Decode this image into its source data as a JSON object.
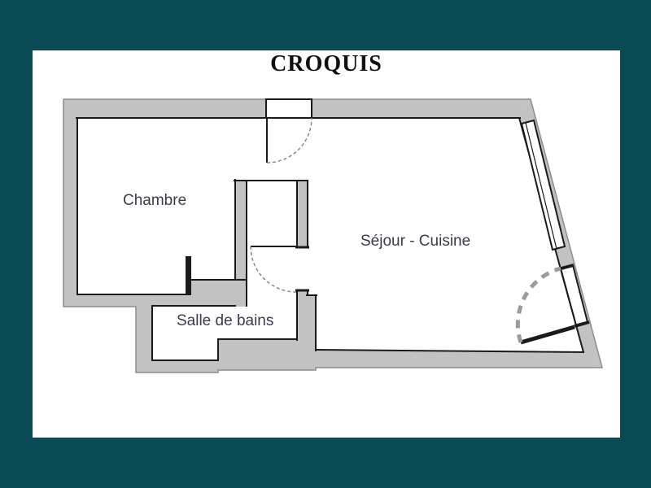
{
  "title": "CROQUIS",
  "plan": {
    "rooms": [
      {
        "id": "chambre",
        "label": "Chambre"
      },
      {
        "id": "sejour-cuisine",
        "label": "Séjour - Cuisine"
      },
      {
        "id": "salle-de-bains",
        "label": "Salle de bains"
      }
    ],
    "features": [
      "entrance-door-with-swing",
      "bathroom-door-with-swing",
      "window-on-slanted-wall",
      "balcony-door-with-large-swing",
      "wall-stub"
    ]
  },
  "colors": {
    "border_teal": "#0a4a55",
    "paper": "#ffffff",
    "wall_fill": "#c2c2c2",
    "wall_outline": "#8c8c8c",
    "wall_line": "#1a1a1a",
    "swing_arc_small": "#888888",
    "swing_arc_large": "#9b9b9b",
    "label_text": "#3b3b4b",
    "title_text": "#101010"
  }
}
